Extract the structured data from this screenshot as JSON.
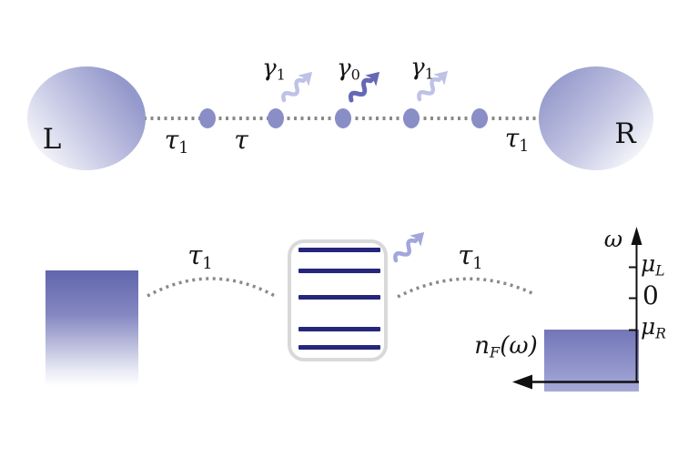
{
  "colors": {
    "ink": "#151515",
    "lead-purple": "#9499cb",
    "site-purple": "#8a8ec6",
    "dotted-gray": "#8a8a8a",
    "photon-light": "#bfc2e6",
    "photon-dark": "#6568b4",
    "photon-mid": "#a3a6da",
    "level-navy": "#26267c",
    "band-top": "#6165ac",
    "fermi-top": "#7276b8",
    "fermi-bottom": "#a6a9d7",
    "box-border": "#d9d9d9",
    "axis-black": "#111111"
  },
  "top": {
    "lead_left": "L",
    "lead_right": "R",
    "coupling_left": {
      "base": "τ",
      "sub": "1"
    },
    "coupling_mid": {
      "base": "τ",
      "sub": ""
    },
    "coupling_right": {
      "base": "τ",
      "sub": "1"
    },
    "dissipators": [
      {
        "base": "γ",
        "sub": "1"
      },
      {
        "base": "γ",
        "sub": "0"
      },
      {
        "base": "γ",
        "sub": "1"
      }
    ]
  },
  "bottom": {
    "coupling_left": {
      "base": "τ",
      "sub": "1"
    },
    "coupling_right": {
      "base": "τ",
      "sub": "1"
    },
    "axis": {
      "omega": "ω",
      "tick_mu_upper": {
        "base": "μ",
        "sub": "L"
      },
      "tick_zero": "0",
      "tick_mu_lower": {
        "base": "μ",
        "sub": "R"
      },
      "xlabel": {
        "base": "n",
        "sub": "F",
        "rest": "(ω)"
      }
    }
  }
}
